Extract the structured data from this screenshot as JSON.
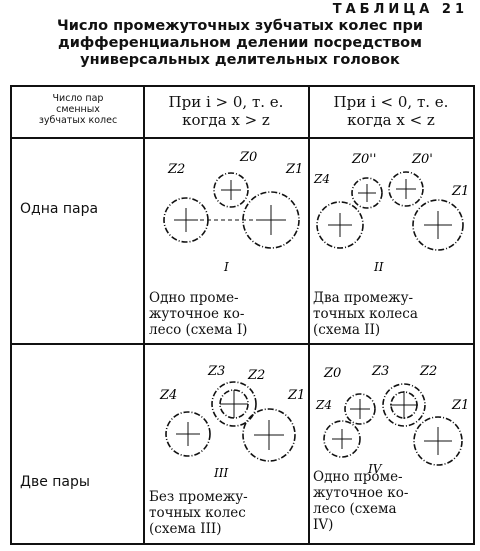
{
  "table_label": "ТАБЛИЦА 21",
  "title_lines": [
    "Число промежуточных зубчатых колес при",
    "дифференциальном делении посредством",
    "универсальных делительных головок"
  ],
  "header": {
    "col1_lines": [
      "Число пар",
      "сменных",
      "зубчатых колес"
    ],
    "col2_lines": [
      "При i > 0, т. е.",
      "когда x > z"
    ],
    "col3_lines": [
      "При i < 0, т. е.",
      "когда x < z"
    ]
  },
  "rows": [
    {
      "label": "Одна пара",
      "pos": {
        "roman": "I",
        "gear_labels": [
          "Z2",
          "Z0",
          "Z1"
        ],
        "desc_lines": [
          "Одно     промe-",
          "жуточное   ко-",
          "лесо (схема I)"
        ]
      },
      "neg": {
        "roman": "II",
        "gear_labels": [
          "Z4",
          "Z0''",
          "Z0'",
          "Z1"
        ],
        "desc_lines": [
          "Два промежу-",
          "точных колеса",
          "(схема II)"
        ]
      }
    },
    {
      "label": "Две пары",
      "pos": {
        "roman": "III",
        "gear_labels": [
          "Z4",
          "Z3",
          "Z2",
          "Z1"
        ],
        "desc_lines": [
          "Без промежу-",
          "точных колес",
          "(схема III)"
        ]
      },
      "neg": {
        "roman": "IV",
        "gear_labels": [
          "Z0",
          "Z3",
          "Z2",
          "Z4",
          "Z1"
        ],
        "desc_lines": [
          "Одно    проме-",
          "жуточное    ко-",
          "лесо  (схема",
          "IV)"
        ]
      }
    }
  ]
}
